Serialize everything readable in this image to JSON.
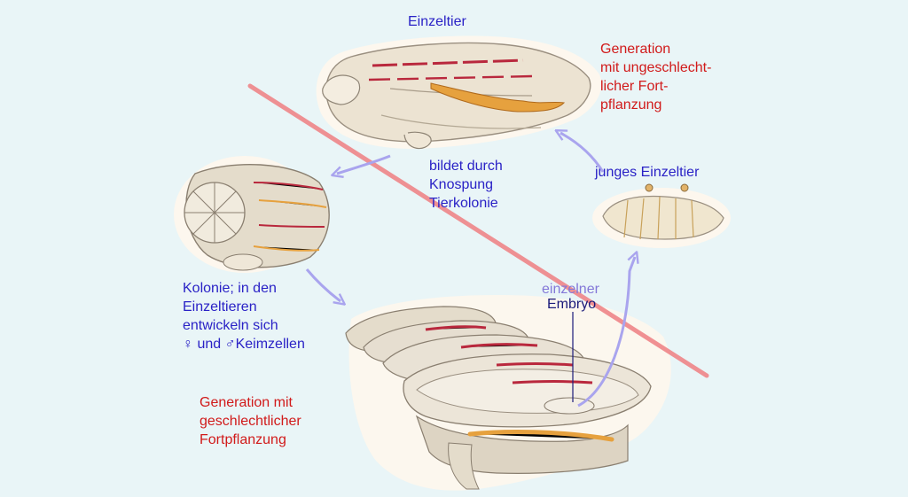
{
  "labels": {
    "einzeltier": "Einzeltier",
    "gen_asexual": "Generation\nmit ungeschlecht-\nlicher Fort-\npflanzung",
    "bildet": "bildet durch\nKnospung\nTierkolonie",
    "junges": "junges Einzeltier",
    "kolonie": "Kolonie; in den\nEinzeltieren\nentwickeln sich\n♀ und ♂Keimzellen",
    "einzelner": "einzelner",
    "embryo": "Embryo",
    "gen_sexual": "Generation mit\ngeschlechtlicher\nFortpflanzung"
  },
  "colors": {
    "background": "#e9f5f7",
    "label_blue": "#2a22c6",
    "label_red": "#d11a1a",
    "arrow": "#a9a4ee",
    "divider": "#ef7f82",
    "body_tissue": "#ece3d2",
    "muscle_band": "#b9283d",
    "gut": "#e6a13e"
  }
}
